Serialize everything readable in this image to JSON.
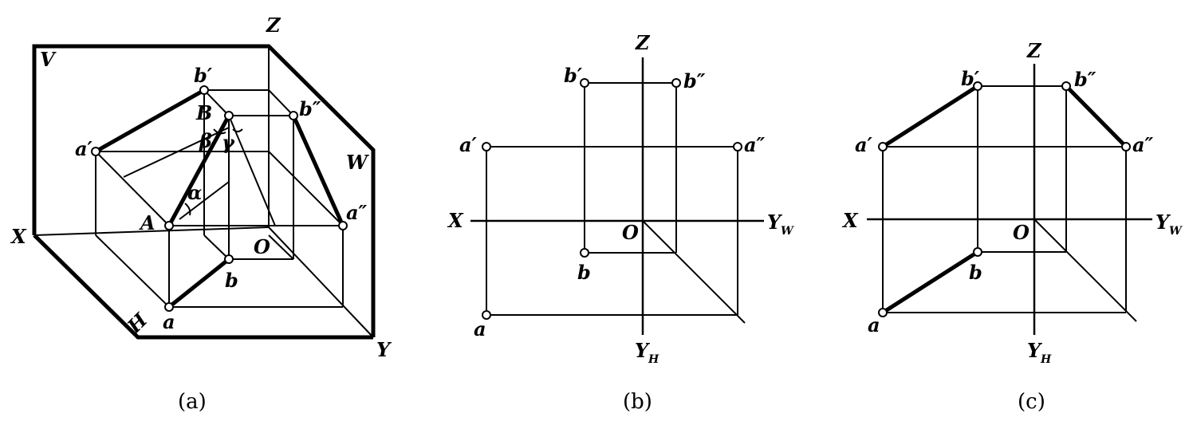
{
  "captions": {
    "a": "(a)",
    "b": "(b)",
    "c": "(c)"
  },
  "fig_a": {
    "plane_v": "V",
    "plane_h": "H",
    "plane_w": "W",
    "axis_x": "X",
    "axis_y": "Y",
    "axis_z": "Z",
    "origin": "O",
    "point_A": "A",
    "point_B": "B",
    "a": "a",
    "b": "b",
    "a1": "a′",
    "b1": "b′",
    "a2": "a″",
    "b2": "b″",
    "alpha": "α",
    "beta": "β",
    "gamma": "γ"
  },
  "fig_b": {
    "axis_x": "X",
    "axis_z": "Z",
    "axis_yw": "Y",
    "sub_w": "W",
    "axis_yh": "Y",
    "sub_h": "H",
    "origin": "O",
    "a": "a",
    "b": "b",
    "a1": "a′",
    "b1": "b′",
    "a2": "a″",
    "b2": "b″"
  },
  "fig_c": {
    "axis_x": "X",
    "axis_z": "Z",
    "axis_yw": "Y",
    "sub_w": "W",
    "axis_yh": "Y",
    "sub_h": "H",
    "origin": "O",
    "a": "a",
    "b": "b",
    "a1": "a′",
    "b1": "b′",
    "a2": "a″",
    "b2": "b″"
  }
}
